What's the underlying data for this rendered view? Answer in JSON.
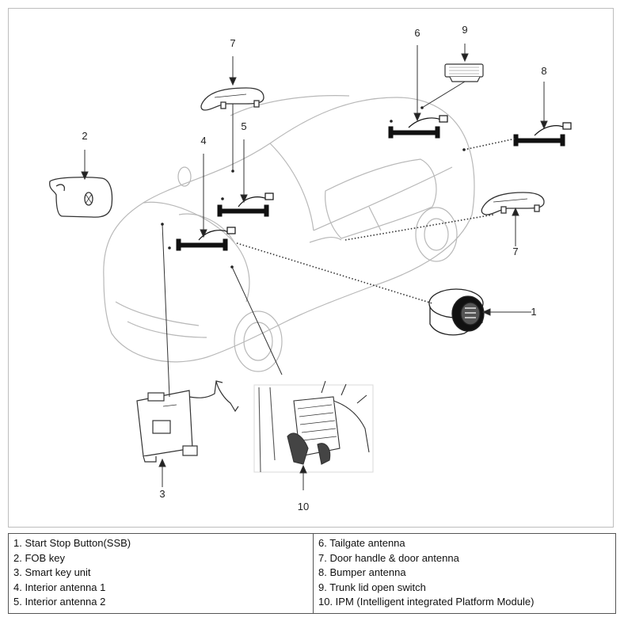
{
  "callouts": {
    "c1": "1",
    "c2": "2",
    "c3": "3",
    "c4": "4",
    "c5": "5",
    "c6": "6",
    "c7a": "7",
    "c7b": "7",
    "c8": "8",
    "c9": "9",
    "c10": "10"
  },
  "legend": {
    "left": [
      "1. Start Stop Button(SSB)",
      "2. FOB key",
      "3. Smart key unit",
      "4. Interior antenna 1",
      "5. Interior antenna 2"
    ],
    "right": [
      "6. Tailgate antenna",
      "7. Door handle & door antenna",
      "8. Bumper antenna",
      "9. Trunk lid open switch",
      "10. IPM (Intelligent integrated Platform Module)"
    ]
  }
}
